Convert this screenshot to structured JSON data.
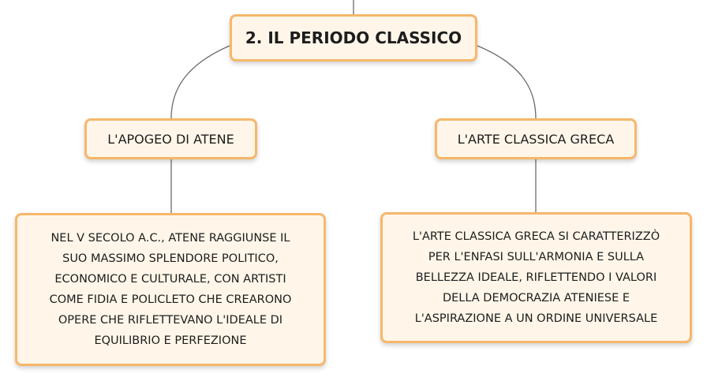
{
  "root": {
    "label": "2. IL PERIODO CLASSICO"
  },
  "topics": [
    {
      "label": "L'APOGEO DI ATENE",
      "detail_lines": [
        "NEL V SECOLO A.C., ATENE RAGGIUNSE IL",
        "SUO MASSIMO SPLENDORE POLITICO,",
        "ECONOMICO E CULTURALE, CON ARTISTI",
        "COME FIDIA E POLICLETO CHE CREARONO",
        "OPERE CHE RIFLETTEVANO L'IDEALE DI",
        "EQUILIBRIO E PERFEZIONE"
      ]
    },
    {
      "label": "L'ARTE CLASSICA GRECA",
      "detail_lines": [
        "L'ARTE CLASSICA GRECA SI CARATTERIZZÒ",
        "PER L'ENFASI SULL'ARMONIA E SULLA",
        "BELLEZZA IDEALE, RIFLETTENDO I VALORI",
        "DELLA DEMOCRAZIA ATENIESE E",
        "L'ASPIRAZIONE A UN ORDINE UNIVERSALE"
      ]
    }
  ],
  "colors": {
    "node_fill": "#fff6e9",
    "node_border": "#f6b76a",
    "connector": "#6b6b6b",
    "text": "#1d1d1d"
  }
}
